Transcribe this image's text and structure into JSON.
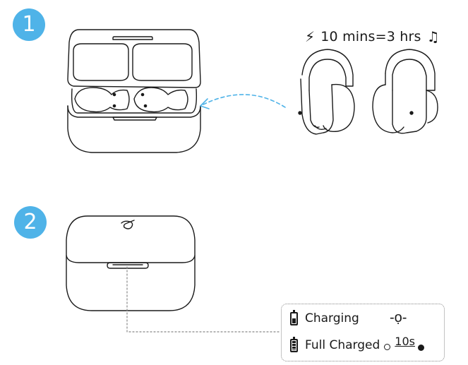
{
  "steps": [
    {
      "number": "1"
    },
    {
      "number": "2"
    }
  ],
  "charge_note": {
    "text": "10 mins=3 hrs",
    "bolt_icon": "lightning-bolt-icon",
    "music_icon": "music-note-icon"
  },
  "legend": {
    "charging_label": "Charging",
    "full_label": "Full Charged",
    "timer": "10s"
  },
  "colors": {
    "accent": "#4fb3e8",
    "line": "#1a1a1a",
    "guide": "#888888"
  }
}
